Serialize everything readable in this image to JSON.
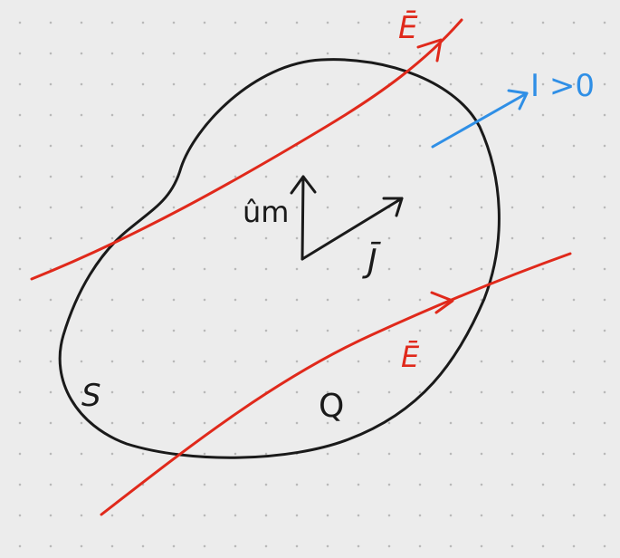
{
  "diagram": {
    "labels": {
      "field_top": "Ē",
      "field_bottom": "Ē",
      "current": "I >0",
      "normal": "ûm",
      "current_density": "J̄",
      "surface": "S",
      "charge": "Q"
    },
    "colors": {
      "background": "#ececec",
      "grid_dots": "#b9b9b9",
      "outline": "#1a1a1a",
      "field": "#e0291b",
      "current": "#2f8fe6"
    }
  }
}
